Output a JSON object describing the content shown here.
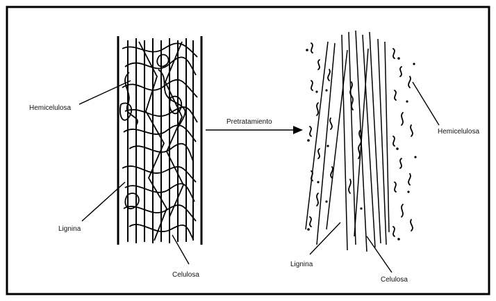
{
  "diagram": {
    "labels": {
      "left_hemicellulose": "Hemicelulosa",
      "left_lignin": "Lignina",
      "left_cellulose": "Celulosa",
      "arrow": "Pretratamiento",
      "right_hemicellulose": "Hemicelulosa",
      "right_lignin": "Lignina",
      "right_cellulose": "Celulosa"
    }
  },
  "colors": {
    "frame": "#000000",
    "ink": "#111111",
    "background": "#ffffff"
  }
}
